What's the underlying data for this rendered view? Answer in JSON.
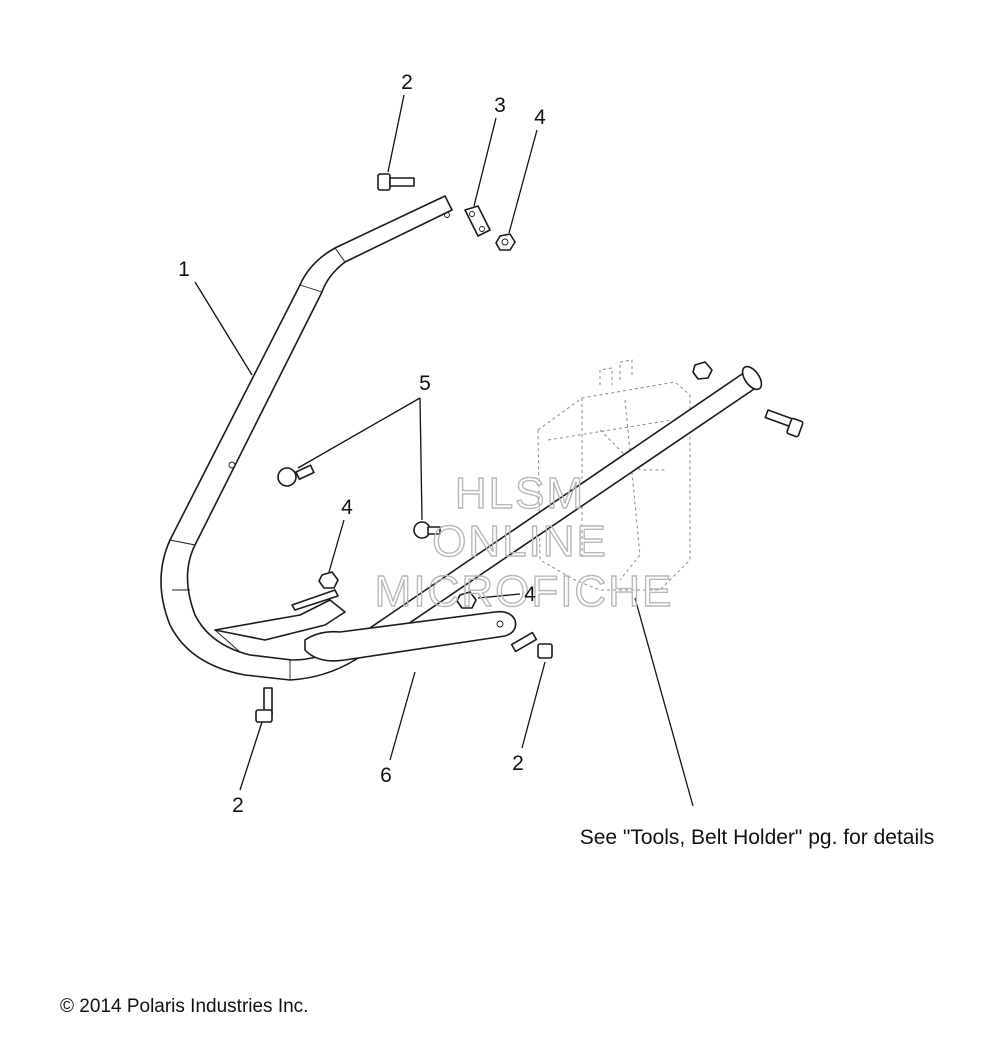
{
  "diagram": {
    "callouts": [
      "1",
      "2",
      "3",
      "4",
      "5",
      "6"
    ],
    "note": "See \"Tools, Belt Holder\" pg. for details",
    "watermark": {
      "line1": "HLSM",
      "line2": "ONLINE",
      "line3": "MICROFICHE"
    },
    "copyright": "© 2014 Polaris Industries Inc."
  }
}
